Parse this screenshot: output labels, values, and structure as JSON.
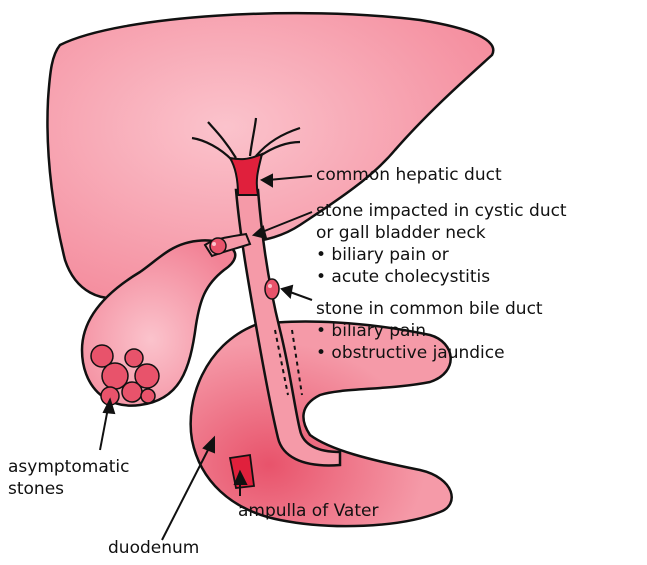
{
  "colors": {
    "organ_fill": "#f59aa8",
    "organ_highlight": "#fbc3cc",
    "outline": "#111111",
    "duct_red": "#e0203c",
    "stone_fill": "#e8536b",
    "background": "#ffffff"
  },
  "labels": {
    "common_hepatic_duct": "common hepatic duct",
    "cystic_stone": {
      "title": "stone impacted in cystic duct",
      "title2": "or gall bladder neck",
      "bullet1": "• biliary pain or",
      "bullet2": "• acute cholecystitis"
    },
    "cbd_stone": {
      "title": "stone in common bile duct",
      "bullet1": "• biliary pain",
      "bullet2": "• obstructive jaundice"
    },
    "asymptomatic": {
      "line1": "asymptomatic",
      "line2": "stones"
    },
    "ampulla": "ampulla of Vater",
    "duodenum": "duodenum"
  }
}
